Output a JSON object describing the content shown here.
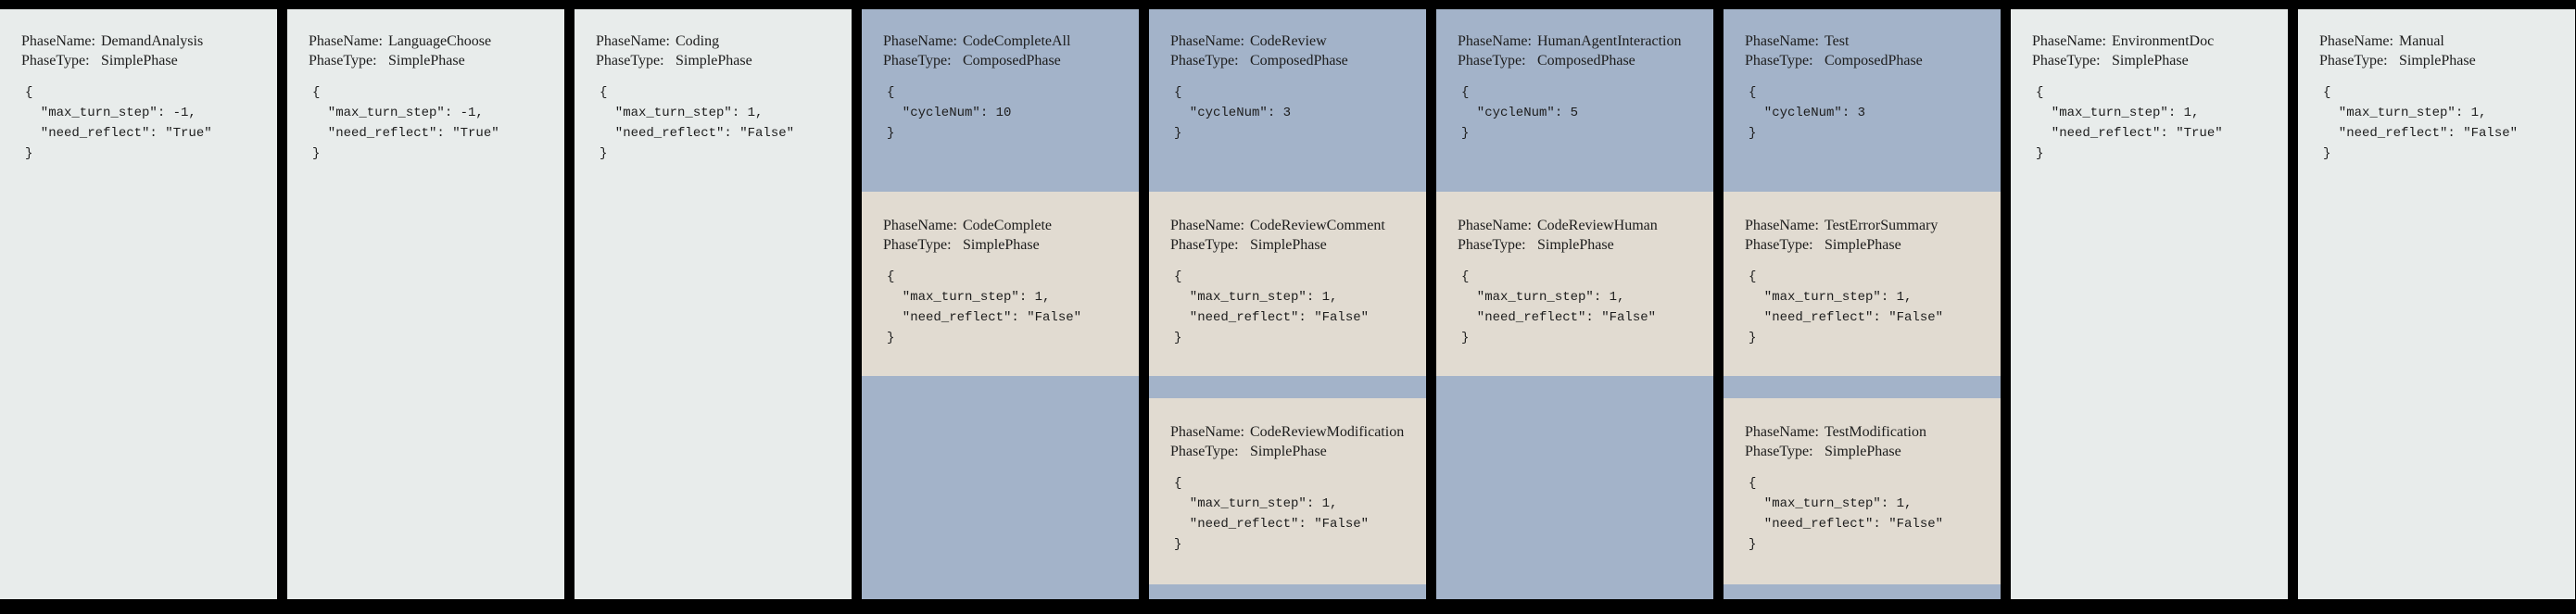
{
  "labels": {
    "phase_name": "PhaseName:",
    "phase_type": "PhaseType:"
  },
  "colors": {
    "page_bg": "#000000",
    "simple_bg": "#e8eceb",
    "composed_bg": "#a3b3c9",
    "subphase_bg": "#e1dbd1",
    "text": "#1c1c1c"
  },
  "phases": [
    {
      "name": "DemandAnalysis",
      "type": "SimplePhase",
      "config": "{\n  \"max_turn_step\": -1,\n  \"need_reflect\": \"True\"\n}",
      "subphases": []
    },
    {
      "name": "LanguageChoose",
      "type": "SimplePhase",
      "config": "{\n  \"max_turn_step\": -1,\n  \"need_reflect\": \"True\"\n}",
      "subphases": []
    },
    {
      "name": "Coding",
      "type": "SimplePhase",
      "config": "{\n  \"max_turn_step\": 1,\n  \"need_reflect\": \"False\"\n}",
      "subphases": []
    },
    {
      "name": "CodeCompleteAll",
      "type": "ComposedPhase",
      "config": "{\n  \"cycleNum\": 10\n}",
      "subphases": [
        {
          "name": "CodeComplete",
          "type": "SimplePhase",
          "config": "{\n  \"max_turn_step\": 1,\n  \"need_reflect\": \"False\"\n}"
        }
      ]
    },
    {
      "name": "CodeReview",
      "type": "ComposedPhase",
      "config": "{\n  \"cycleNum\": 3\n}",
      "subphases": [
        {
          "name": "CodeReviewComment",
          "type": "SimplePhase",
          "config": "{\n  \"max_turn_step\": 1,\n  \"need_reflect\": \"False\"\n}"
        },
        {
          "name": "CodeReviewModification",
          "type": "SimplePhase",
          "config": "{\n  \"max_turn_step\": 1,\n  \"need_reflect\": \"False\"\n}"
        }
      ]
    },
    {
      "name": "HumanAgentInteraction",
      "type": "ComposedPhase",
      "config": "{\n  \"cycleNum\": 5\n}",
      "subphases": [
        {
          "name": "CodeReviewHuman",
          "type": "SimplePhase",
          "config": "{\n  \"max_turn_step\": 1,\n  \"need_reflect\": \"False\"\n}"
        }
      ]
    },
    {
      "name": "Test",
      "type": "ComposedPhase",
      "config": "{\n  \"cycleNum\": 3\n}",
      "subphases": [
        {
          "name": "TestErrorSummary",
          "type": "SimplePhase",
          "config": "{\n  \"max_turn_step\": 1,\n  \"need_reflect\": \"False\"\n}"
        },
        {
          "name": "TestModification",
          "type": "SimplePhase",
          "config": "{\n  \"max_turn_step\": 1,\n  \"need_reflect\": \"False\"\n}"
        }
      ]
    },
    {
      "name": "EnvironmentDoc",
      "type": "SimplePhase",
      "config": "{\n  \"max_turn_step\": 1,\n  \"need_reflect\": \"True\"\n}",
      "subphases": []
    },
    {
      "name": "Manual",
      "type": "SimplePhase",
      "config": "{\n  \"max_turn_step\": 1,\n  \"need_reflect\": \"False\"\n}",
      "subphases": []
    }
  ]
}
